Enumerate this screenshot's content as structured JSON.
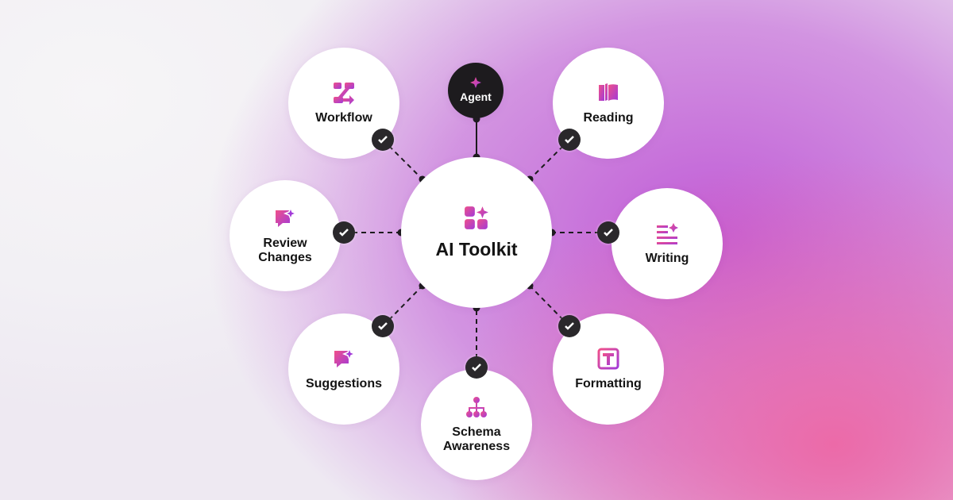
{
  "center": {
    "label": "AI Toolkit",
    "icon": "apps-sparkle-icon"
  },
  "agent": {
    "label": "Agent",
    "icon": "sparkle-icon"
  },
  "features": [
    {
      "label": "Workflow",
      "icon": "workflow-icon",
      "checked": true
    },
    {
      "label": "Reading",
      "icon": "book-icon",
      "checked": true
    },
    {
      "label": "Review Changes",
      "icon": "chat-sparkle-icon",
      "checked": true
    },
    {
      "label": "Writing",
      "icon": "text-sparkle-icon",
      "checked": true
    },
    {
      "label": "Suggestions",
      "icon": "chat-sparkle-icon",
      "checked": true
    },
    {
      "label": "Schema Awareness",
      "icon": "hierarchy-icon",
      "checked": true
    },
    {
      "label": "Formatting",
      "icon": "text-format-icon",
      "checked": true
    }
  ],
  "colors": {
    "accent_start": "#f0508a",
    "accent_end": "#a23ad8",
    "dark": "#1d1b1e"
  }
}
